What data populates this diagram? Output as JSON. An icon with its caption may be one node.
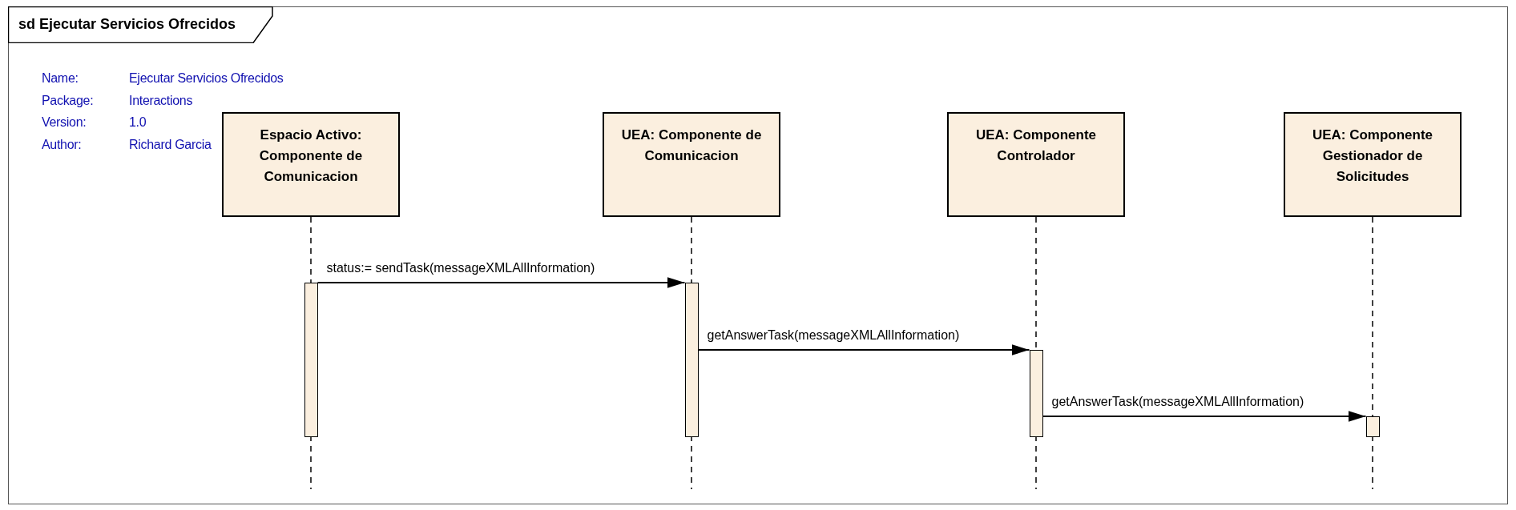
{
  "diagram": {
    "nodes": [
      {
        "text": [
          "sd Ejecutar Servicios Ofrecidos"
        ]
      },
      {
        "text": [
          "Espacio Activo: Componente de Comunicacion"
        ],
        "in": 0
      },
      {
        "text": [
          "UEA: Componente de Comunicacion"
        ],
        "in": 0
      },
      {
        "text": [
          "UEA: Componente Controlador"
        ],
        "in": 0
      },
      {
        "text": [
          "UEA: Componente Gestionador de Solicitudes"
        ],
        "in": 0
      },
      {
        "text": [],
        "shape": "bar",
        "in": 0
      },
      {
        "text": [],
        "shape": "bar",
        "in": 0
      },
      {
        "text": [],
        "shape": "bar",
        "in": 0
      },
      {
        "text": [],
        "shape": "bar",
        "in": 0
      }
    ],
    "edges": [
      {
        "from": 5,
        "to": 6,
        "arrow": "to",
        "label": "status:= sendTask(messageXMLAllInformation)"
      },
      {
        "from": 6,
        "to": 7,
        "arrow": "to",
        "label": "getAnswerTask(messageXMLAllInformation)"
      },
      {
        "from": 7,
        "to": 8,
        "arrow": "to",
        "label": "getAnswerTask(messageXMLAllInformation)"
      }
    ],
    "labels": [
      "Name:",
      "Ejecutar Servicios Ofrecidos",
      "Package:",
      "Interactions",
      "Version:",
      "1.0",
      "Author:",
      "Richard Garcia"
    ]
  }
}
